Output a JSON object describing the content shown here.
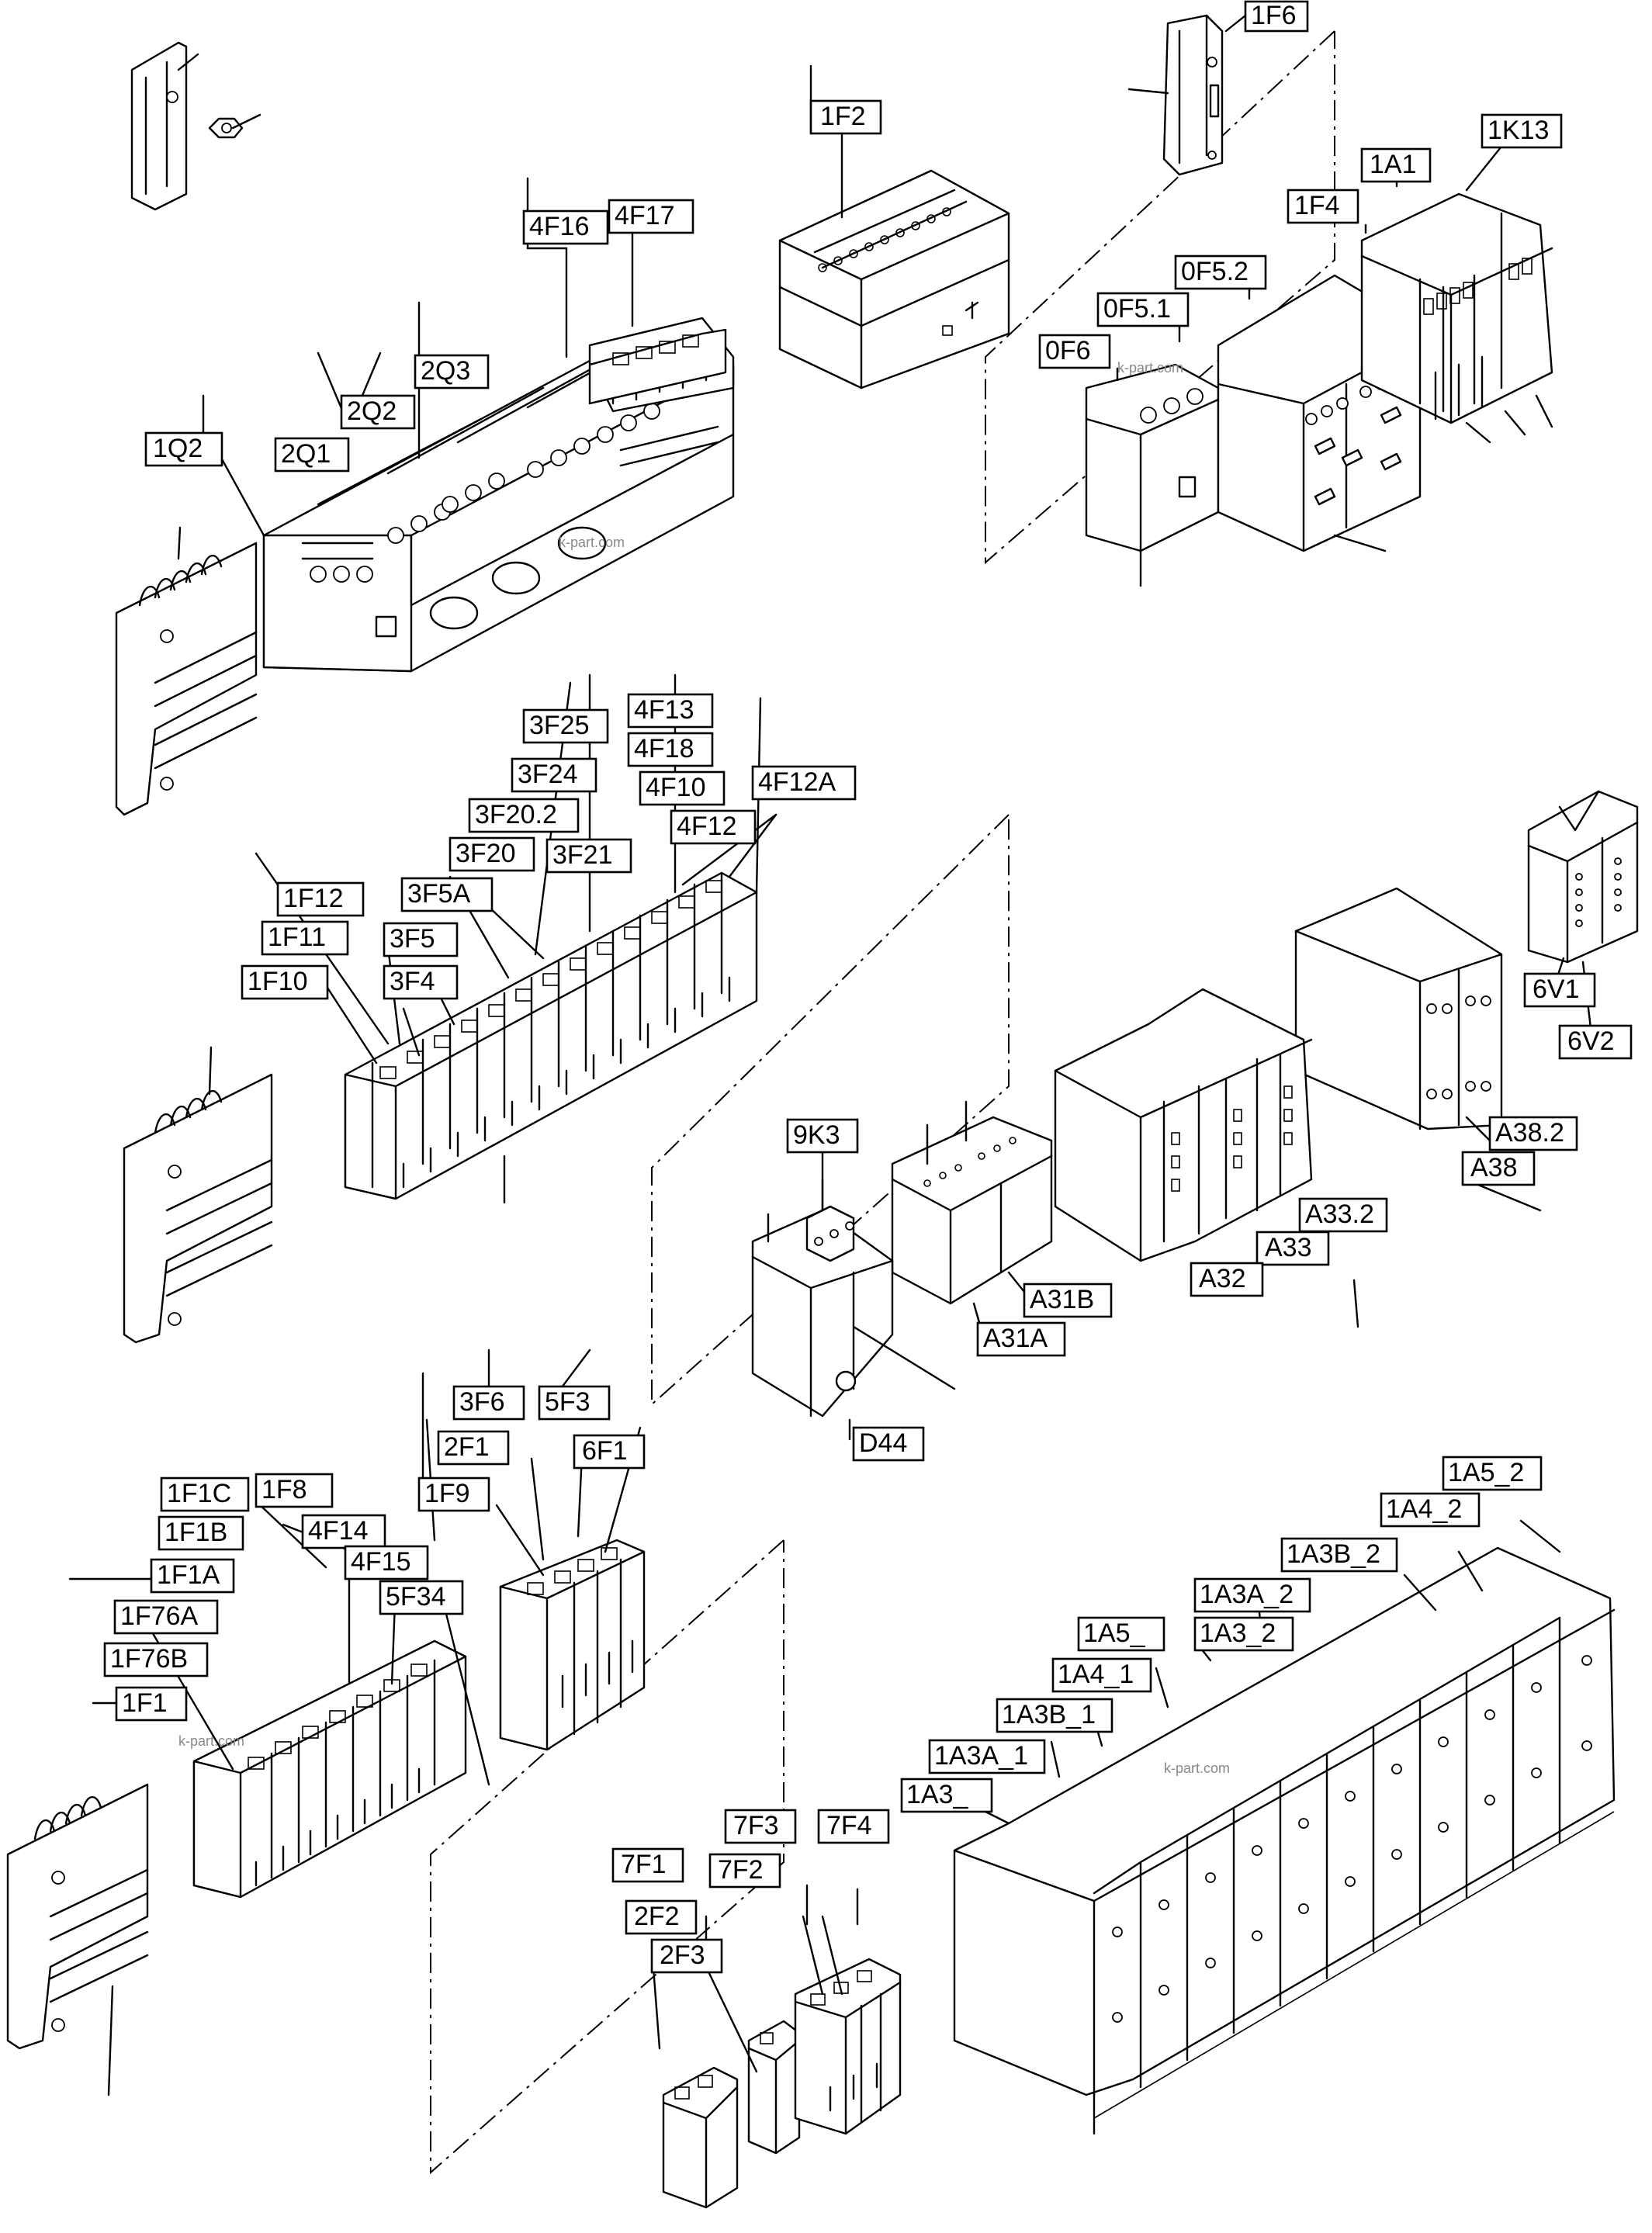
{
  "watermark": "k-part.com",
  "labels": {
    "F6_1": "1F6",
    "F2_1": "1F2",
    "K13_1": "1K13",
    "A1_1": "1A1",
    "F4_1": "1F4",
    "F52_0": "0F5.2",
    "F51_0": "0F5.1",
    "F6_0": "0F6",
    "F16_4": "4F16",
    "F17_4": "4F17",
    "Q3_2": "2Q3",
    "Q2_2": "2Q2",
    "Q1_2": "2Q1",
    "Q2_1": "1Q2",
    "F25_3": "3F25",
    "F13_4": "4F13",
    "F18_4": "4F18",
    "F24_3": "3F24",
    "F10_4": "4F10",
    "F12A_4": "4F12A",
    "F202_3": "3F20.2",
    "F12_4": "4F12",
    "F20_3": "3F20",
    "F21_3": "3F21",
    "F5A_3": "3F5A",
    "F12_1": "1F12",
    "F11_1": "1F11",
    "F5_3": "3F5",
    "F10_1": "1F10",
    "F4_3": "3F4",
    "V1_6": "6V1",
    "V2_6": "6V2",
    "K3_9": "9K3",
    "A382": "A38.2",
    "A38": "A38",
    "A332": "A33.2",
    "A33": "A33",
    "A31B": "A31B",
    "A32": "A32",
    "A31A": "A31A",
    "D44": "D44",
    "F6_3": "3F6",
    "F3_5": "5F3",
    "F1_2": "2F1",
    "F1_6": "6F1",
    "F9_1": "1F9",
    "F1C_1": "1F1C",
    "F8_1": "1F8",
    "F1B_1": "1F1B",
    "F14_4": "4F14",
    "F1A_1": "1F1A",
    "F15_4": "4F15",
    "F34_5": "5F34",
    "F76A_1": "1F76A",
    "F76B_1": "1F76B",
    "F1_1": "1F1",
    "A5_2": "1A5_2",
    "A4_2": "1A4_2",
    "A3B_2": "1A3B_2",
    "A3A_2": "1A3A_2",
    "A5": "1A5_",
    "A3_2": "1A3_2",
    "A4_1": "1A4_1",
    "A3B_1": "1A3B_1",
    "A3A_1": "1A3A_1",
    "A3": "1A3_",
    "F3_7": "7F3",
    "F4_7": "7F4",
    "F1_7": "7F1",
    "F2_7": "7F2",
    "F2_2": "2F2",
    "F3_2": "2F3"
  }
}
